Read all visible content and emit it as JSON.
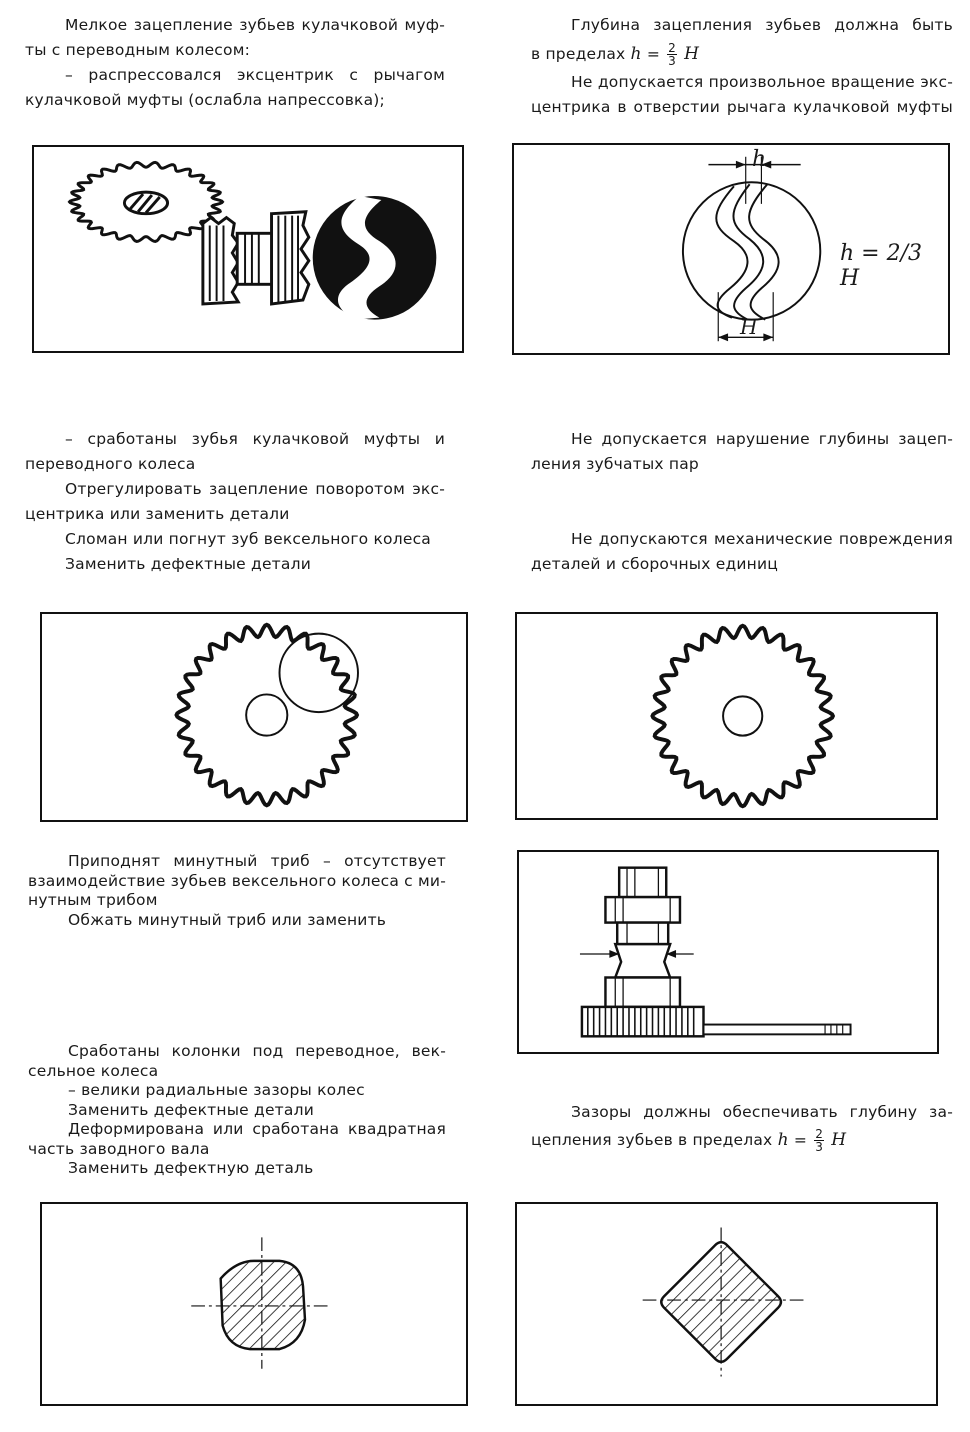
{
  "left": {
    "block1": {
      "line1": "Мелкое зацепление зубьев кулачковой муф-",
      "line2": "ты с переводным колесом:",
      "line3": "– распрессовался эксцентрик с рычагом",
      "line4": "кулачковой муфты (ослабла напрессовка);"
    },
    "block2": {
      "line1": "– сработаны зубья кулачковой муфты и",
      "line2": "переводного колеса",
      "line3": "Отрегулировать зацепление поворотом экс-",
      "line4": "центрика или заменить детали",
      "line5": "Сломан или погнут зуб вексельного колеса",
      "line6": "Заменить дефектные детали"
    },
    "block3": {
      "line1": "Приподнят минутный триб – отсутствует",
      "line2": "взаимодействие зубьев вексельного колеса с ми-",
      "line3": "нутным трибом",
      "line4": "Обжать минутный триб или заменить"
    },
    "block4": {
      "line1": "Сработаны колонки под переводное, век-",
      "line2": "сельное колеса",
      "line3": "– велики радиальные зазоры колес",
      "line4": "Заменить дефектные детали",
      "line5": "Деформирована или сработана квадратная",
      "line6": "часть заводного вала",
      "line7": "Заменить дефектную деталь"
    }
  },
  "right": {
    "block1": {
      "line1": "Глубина зацепления зубьев должна быть",
      "line2_prefix": "в пределах",
      "formula_h": "h",
      "formula_eq": "=",
      "formula_num": "2",
      "formula_den": "3",
      "formula_H": "H",
      "line3": "Не допускается произвольное вращение экс-",
      "line4": "центрика в отверстии рычага кулачковой муфты"
    },
    "figure2_labels": {
      "top": "h",
      "bottom": "H",
      "formula": "h = 2/3 H"
    },
    "block2": {
      "line1": "Не допускается нарушение глубины зацеп-",
      "line2": "ления зубчатых пар"
    },
    "block3": {
      "line1": "Не допускаются механические повреждения",
      "line2": "деталей и сборочных единиц"
    },
    "block4": {
      "line1": "Зазоры должны обеспечивать глубину за-",
      "line2_prefix": "цепления зубьев в пределах",
      "formula_h": "h",
      "formula_eq": "=",
      "formula_num": "2",
      "formula_den": "3",
      "formula_H": "H"
    }
  }
}
